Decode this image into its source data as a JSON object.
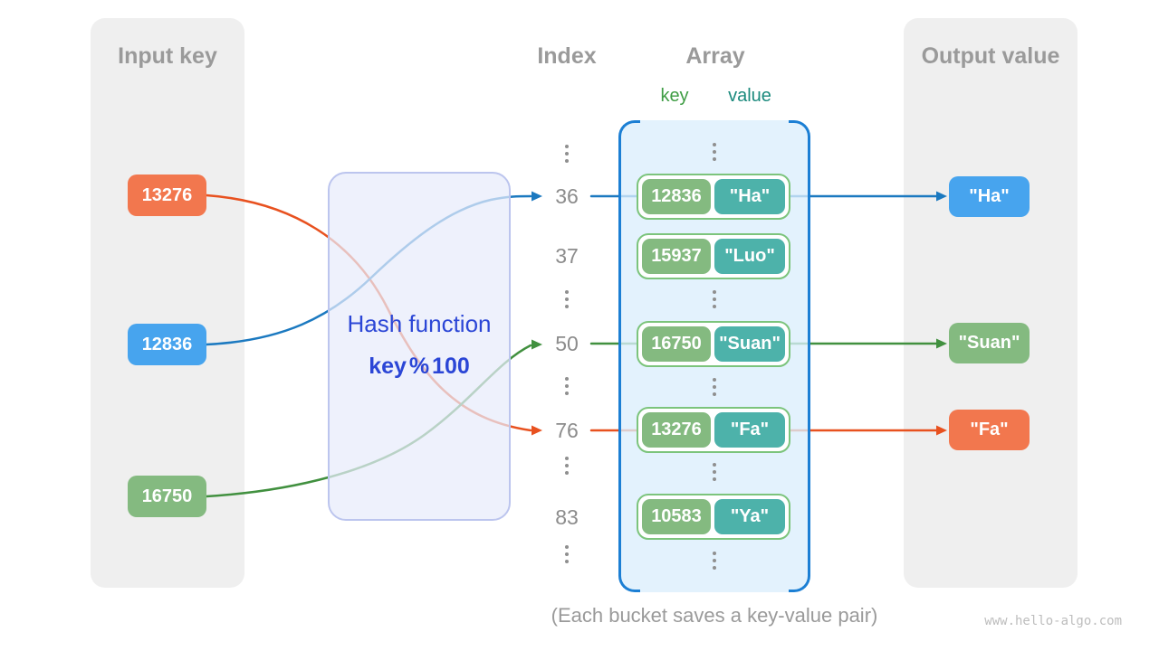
{
  "input_panel": {
    "title": "Input key",
    "keys": [
      {
        "label": "13276",
        "color": "#f2774e"
      },
      {
        "label": "12836",
        "color": "#47a4ee"
      },
      {
        "label": "16750",
        "color": "#84ba80"
      }
    ]
  },
  "hash_box": {
    "title": "Hash function",
    "formula": "key % 100"
  },
  "index_column": {
    "title": "Index",
    "values": [
      "36",
      "37",
      "50",
      "76",
      "83"
    ]
  },
  "array_panel": {
    "title": "Array",
    "key_header": "key",
    "value_header": "value",
    "buckets": [
      {
        "key": "12836",
        "value": "\"Ha\""
      },
      {
        "key": "15937",
        "value": "\"Luo\""
      },
      {
        "key": "16750",
        "value": "\"Suan\""
      },
      {
        "key": "13276",
        "value": "\"Fa\""
      },
      {
        "key": "10583",
        "value": "\"Ya\""
      }
    ]
  },
  "output_panel": {
    "title": "Output value",
    "values": [
      {
        "label": "\"Ha\"",
        "color": "#47a4ee"
      },
      {
        "label": "\"Suan\"",
        "color": "#84ba80"
      },
      {
        "label": "\"Fa\"",
        "color": "#f2774e"
      }
    ]
  },
  "caption": "(Each bucket saves a key-value pair)",
  "watermark": "www.hello-algo.com",
  "colors": {
    "panel_gray": "#efefef",
    "heading_gray": "#9a9a9a",
    "line_orange": "#e8511f",
    "line_blue": "#1b79c0",
    "line_green": "#41903f",
    "array_border_blue": "#1c7fd4",
    "bucket_border_green": "#7cc47c",
    "teal_value_box": "#4db2aa",
    "hash_text_blue": "#2b46d6"
  }
}
